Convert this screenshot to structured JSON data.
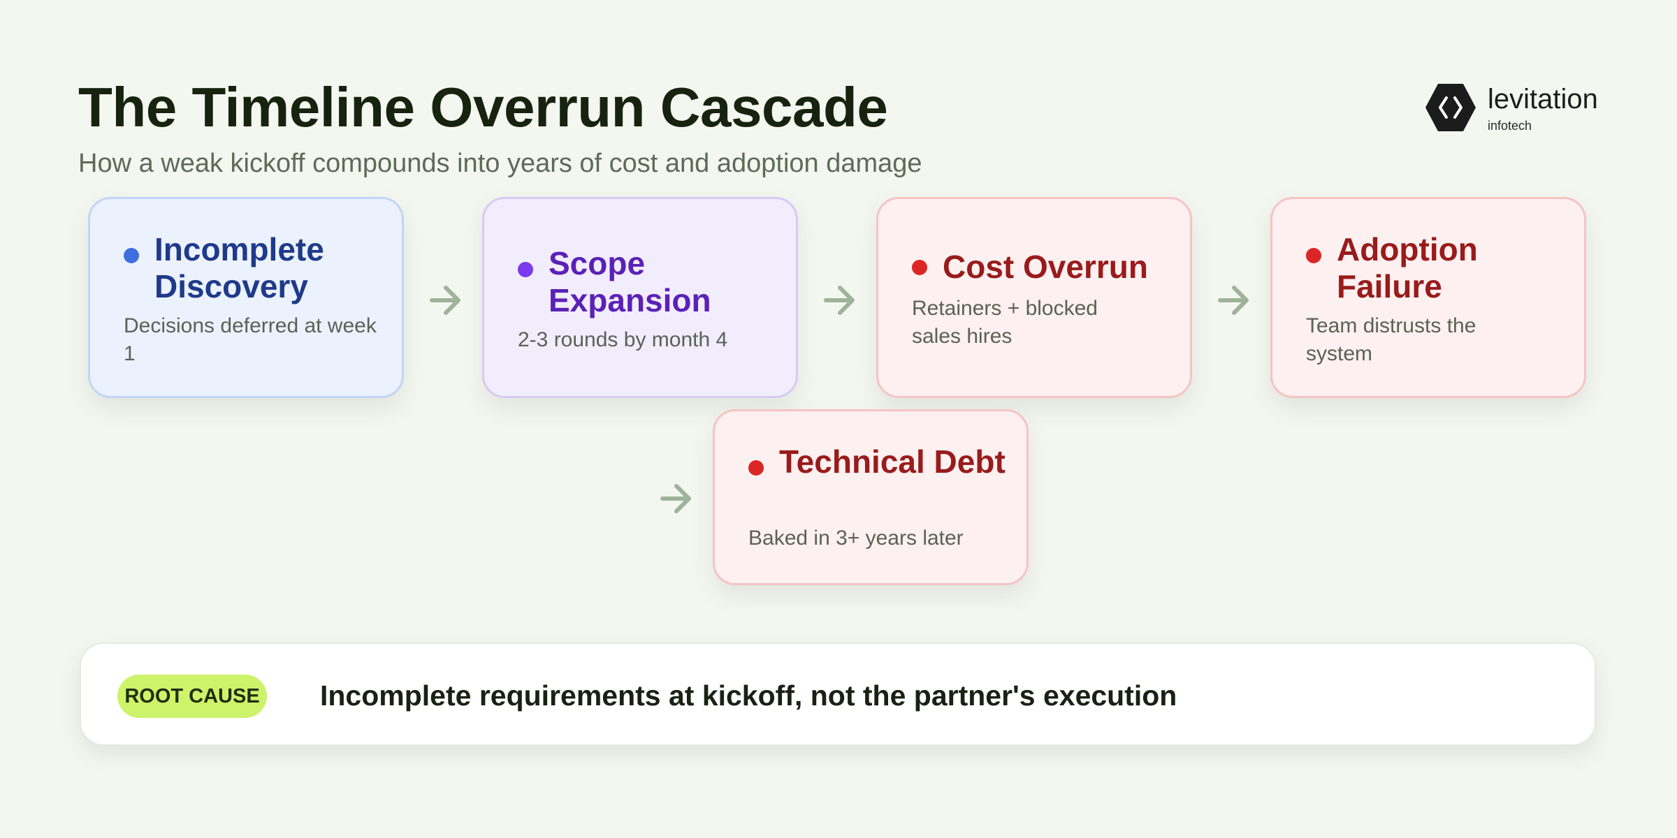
{
  "header": {
    "title": "The Timeline Overrun Cascade",
    "subtitle": "How a weak kickoff compounds into years of cost and adoption damage"
  },
  "logo": {
    "name": "levitation",
    "sub": "infotech",
    "icon": "hexagon-code-icon"
  },
  "colors": {
    "background": "#f4f7f0",
    "blue": "#1f3a8a",
    "blue_dot": "#3d6fe0",
    "purple": "#5b21b6",
    "purple_dot": "#7c3aed",
    "red": "#991b1b",
    "red_dot": "#dc2626",
    "arrow": "#9fb39a",
    "badge": "#cdf36a"
  },
  "cascade": [
    {
      "title": "Incomplete Discovery",
      "desc": "Decisions deferred at week 1",
      "tone": "blue"
    },
    {
      "title": "Scope Expansion",
      "desc": "2-3 rounds by month 4",
      "tone": "purple"
    },
    {
      "title": "Cost Overrun",
      "desc": "Retainers + blocked sales hires",
      "tone": "red"
    },
    {
      "title": "Adoption Failure",
      "desc": "Team distrusts the system",
      "tone": "red"
    },
    {
      "title": "Technical Debt",
      "desc": "Baked in 3+ years later",
      "tone": "red"
    }
  ],
  "root_cause": {
    "badge": "ROOT CAUSE",
    "text": "Incomplete requirements at kickoff, not the partner's execution"
  }
}
